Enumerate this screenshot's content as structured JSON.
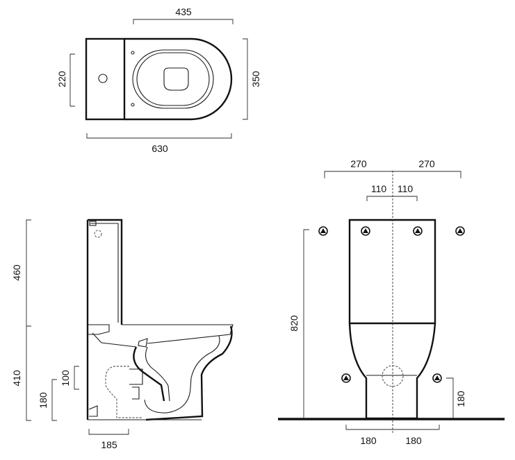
{
  "dimensions": {
    "top_width": "435",
    "top_depth": "350",
    "top_length": "630",
    "top_inlet": "220",
    "side_cistern_height": "460",
    "side_bowl_height": "410",
    "side_outlet_height": "100",
    "side_floor_outlet": "180",
    "side_outlet_offset": "185",
    "front_half_left": "270",
    "front_half_right": "270",
    "front_inner_left": "110",
    "front_inner_right": "110",
    "front_total_height": "820",
    "front_fixing_height": "180",
    "front_base_left": "180",
    "front_base_right": "180"
  }
}
